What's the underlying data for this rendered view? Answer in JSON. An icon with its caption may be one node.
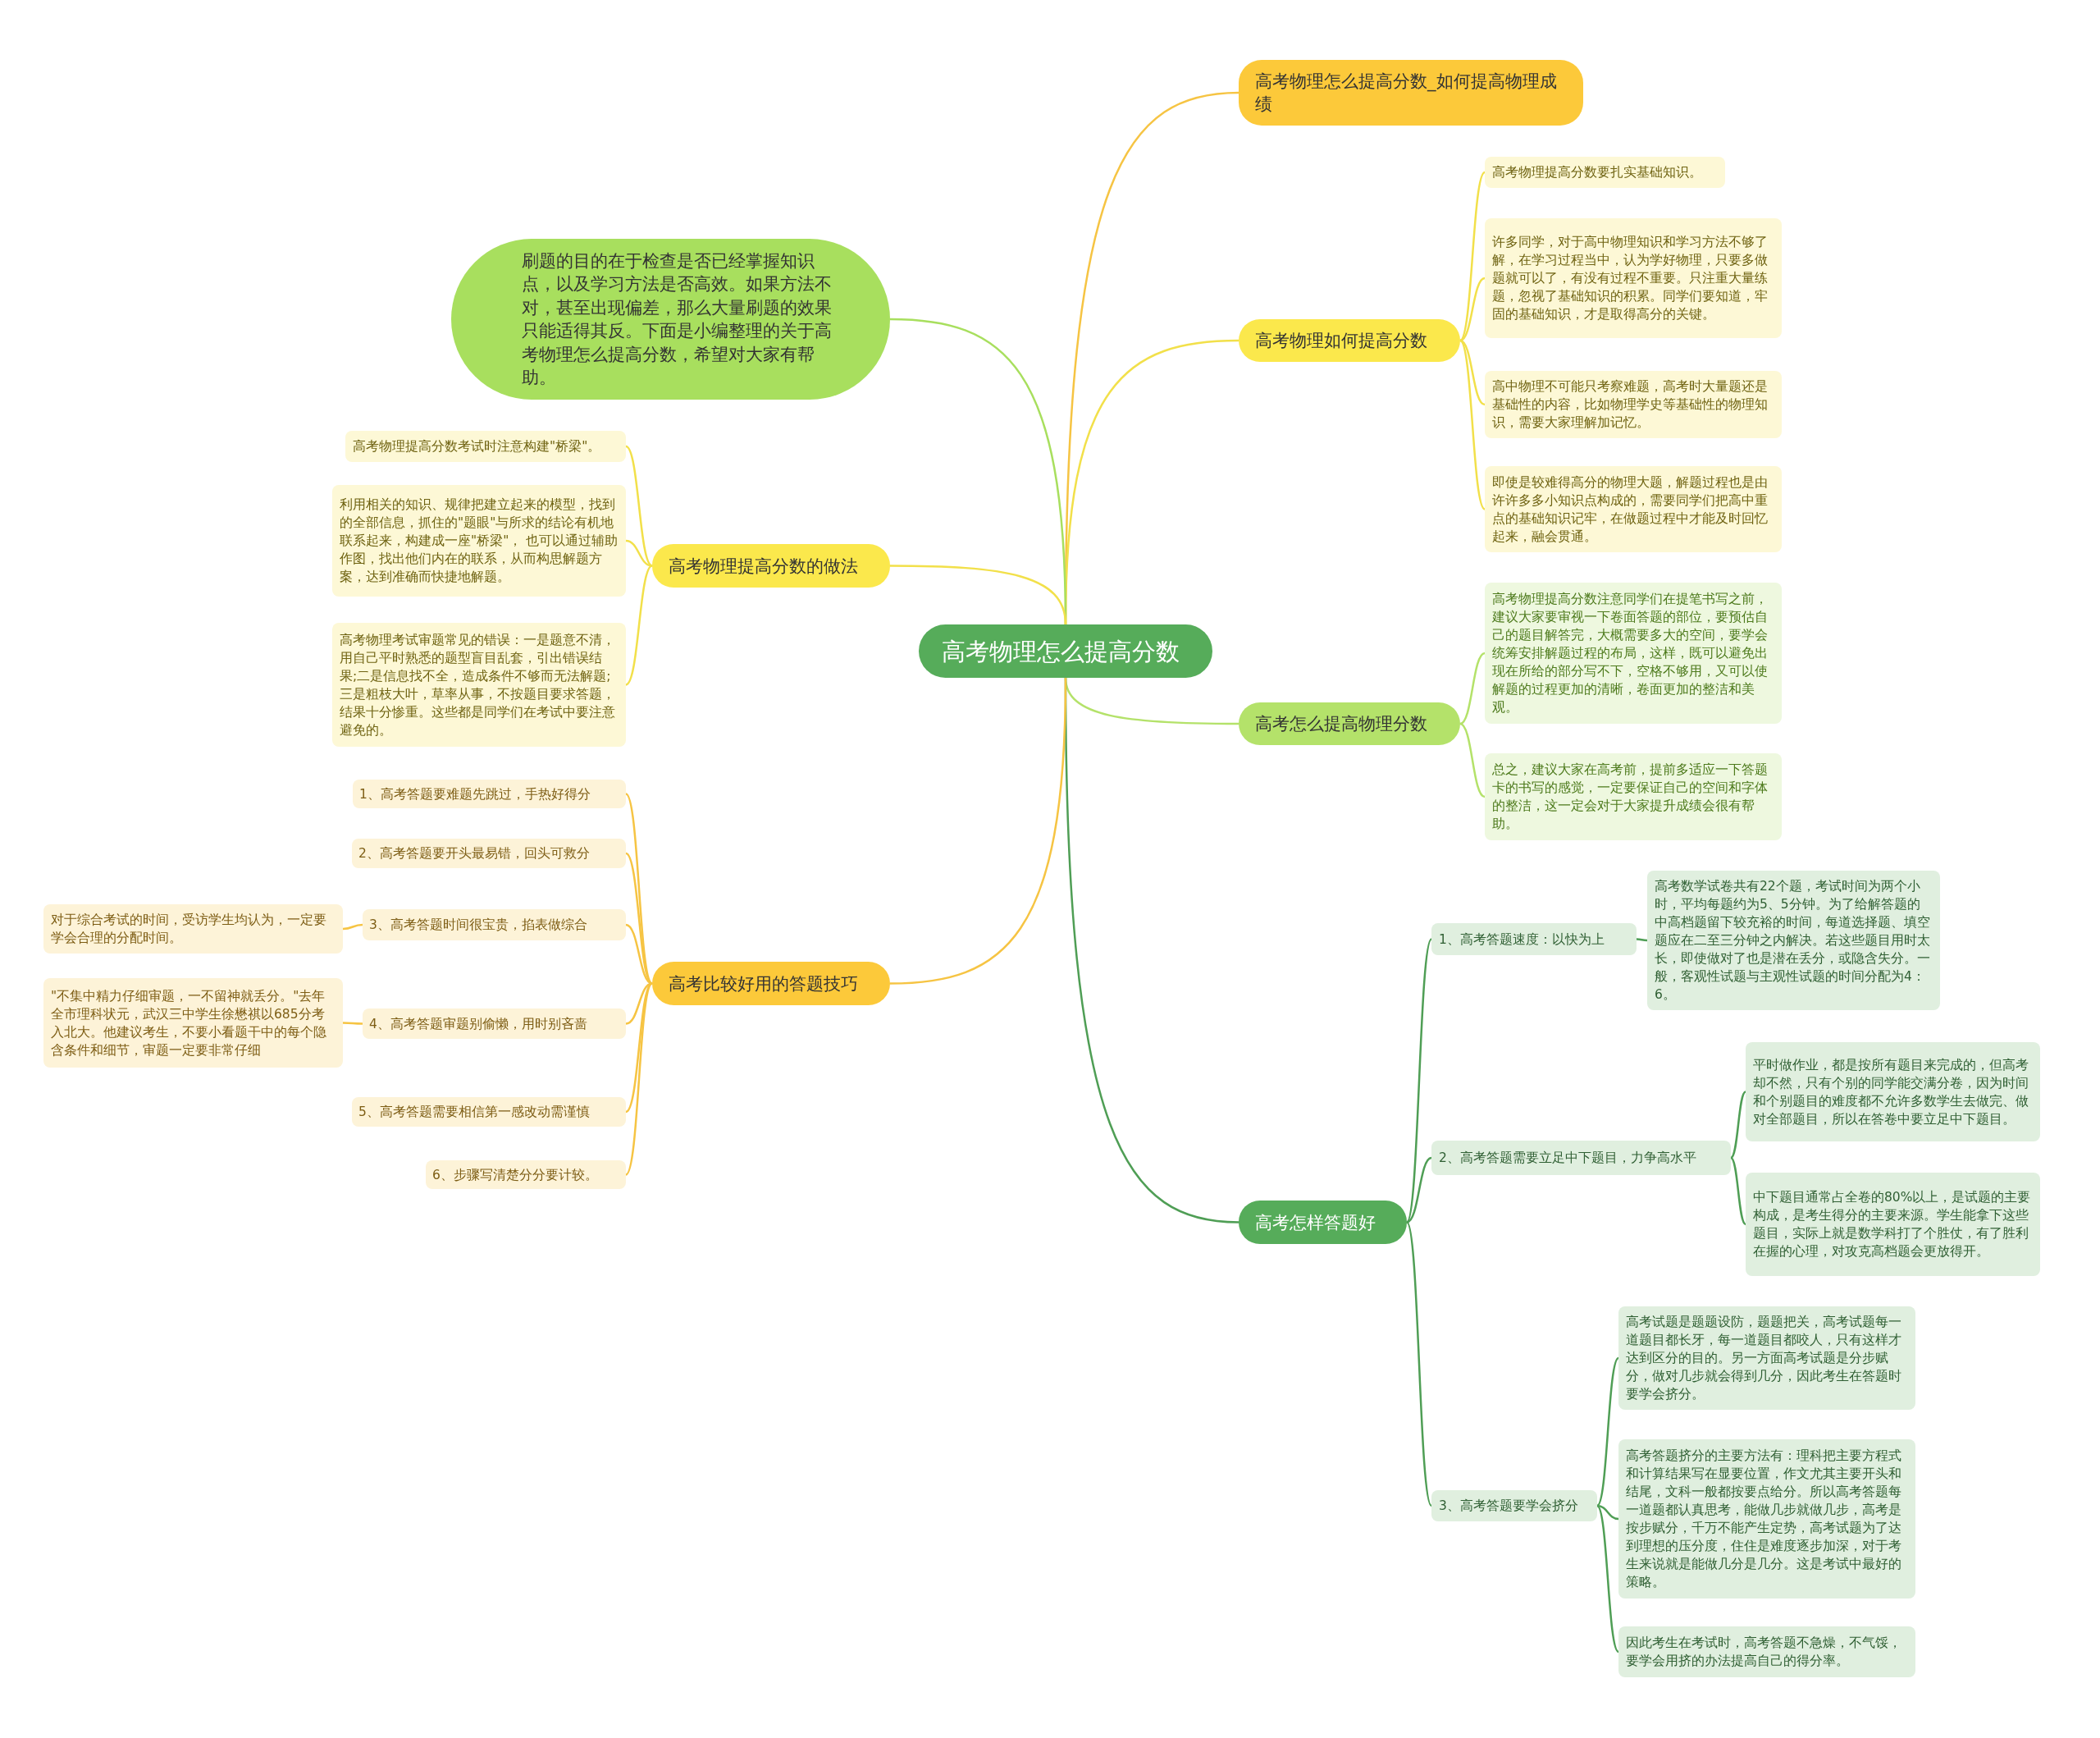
{
  "diagram": {
    "nodes": [
      {
        "text": [
          "高考物理怎么提高分数"
        ]
      },
      {
        "text": [
          "高考物理怎么提高分数_如何提高物理成绩"
        ]
      },
      {
        "text": [
          "高考物理如何提高分数"
        ]
      },
      {
        "text": [
          "高考物理提高分数要扎实基础知识。"
        ]
      },
      {
        "text": [
          "许多同学，对于高中物理知识和学习方法不够了解，在学习过程当中，认为学好物理，只要多做题就可以了，有没有过程不重要。只注重大量练题，忽视了基础知识的积累。同学们要知道，牢固的基础知识，才是取得高分的关键。"
        ]
      },
      {
        "text": [
          "高中物理不可能只考察难题，高考时大量题还是基础性的内容，比如物理学史等基础性的物理知识，需要大家理解加记忆。"
        ]
      },
      {
        "text": [
          "即使是较难得高分的物理大题，解题过程也是由许许多多小知识点构成的，需要同学们把高中重点的基础知识记牢，在做题过程中才能及时回忆起来，融会贯通。"
        ]
      },
      {
        "text": [
          "高考怎么提高物理分数"
        ]
      },
      {
        "text": [
          "高考物理提高分数注意同学们在提笔书写之前，建议大家要审视一下卷面答题的部位，要预估自己的题目解答完，大概需要多大的空间，要学会统筹安排解题过程的布局，这样，既可以避免出现在所给的部分写不下，空格不够用，又可以使解题的过程更加的清晰，卷面更加的整洁和美观。"
        ]
      },
      {
        "text": [
          "总之，建议大家在高考前，提前多适应一下答题卡的书写的感觉，一定要保证自己的空间和字体的整洁，这一定会对于大家提升成绩会很有帮助。"
        ]
      },
      {
        "text": [
          "高考怎样答题好"
        ]
      },
      {
        "text": [
          "1、高考答题速度：以快为上"
        ]
      },
      {
        "text": [
          "高考数学试卷共有22个题，考试时间为两个小时，平均每题约为5、5分钟。为了给解答题的中高档题留下较充裕的时间，每道选择题、填空题应在二至三分钟之内解决。若这些题目用时太长，即使做对了也是潜在丢分，或隐含失分。一般，客观性试题与主观性试题的时间分配为4：6。"
        ]
      },
      {
        "text": [
          "2、高考答题需要立足中下题目，力争高水平"
        ]
      },
      {
        "text": [
          "平时做作业，都是按所有题目来完成的，但高考却不然，只有个别的同学能交满分卷，因为时间和个别题目的难度都不允许多数学生去做完、做对全部题目，所以在答卷中要立足中下题目。"
        ]
      },
      {
        "text": [
          "中下题目通常占全卷的80%以上，是试题的主要构成，是考生得分的主要来源。学生能拿下这些题目，实际上就是数学科打了个胜仗，有了胜利在握的心理，对攻克高档题会更放得开。"
        ]
      },
      {
        "text": [
          "3、高考答题要学会挤分"
        ]
      },
      {
        "text": [
          "高考试题是题题设防，题题把关，高考试题每一道题目都长牙，每一道题目都咬人，只有这样才达到区分的目的。另一方面高考试题是分步赋分，做对几步就会得到几分，因此考生在答题时要学会挤分。"
        ]
      },
      {
        "text": [
          "高考答题挤分的主要方法有：理科把主要方程式和计算结果写在显要位置，作文尤其主要开头和结尾，文科一般都按要点给分。所以高考答题每一道题都认真思考，能做几步就做几步，高考是按步赋分，千万不能产生定势，高考试题为了达到理想的压分度，住住是难度逐步加深，对于考生来说就是能做几分是几分。这是考试中最好的策略。"
        ]
      },
      {
        "text": [
          "因此考生在考试时，高考答题不急燥，不气馁，要学会用挤的办法提高自己的得分率。"
        ]
      },
      {
        "text": [
          "刷题的目的在于检查是否已经掌握知识点，以及学习方法是否高效。如果方法不对，甚至出现偏差，那么大量刷题的效果只能适得其反。下面是小编整理的关于高考物理怎么提高分数，希望对大家有帮助。"
        ]
      },
      {
        "text": [
          "高考物理提高分数的做法"
        ]
      },
      {
        "text": [
          "高考物理提高分数考试时注意构建\"桥梁\"。"
        ]
      },
      {
        "text": [
          "利用相关的知识、规律把建立起来的模型，找到的全部信息，抓住的\"题眼\"与所求的结论有机地联系起来，构建成一座\"桥梁\"， 也可以通过辅助作图，找出他们内在的联系，从而构思解题方案，达到准确而快捷地解题。"
        ]
      },
      {
        "text": [
          "高考物理考试审题常见的错误：一是题意不清，用自己平时熟悉的题型盲目乱套，引出错误结果;二是信息找不全，造成条件不够而无法解题;三是粗枝大叶，草率从事，不按题目要求答题，结果十分惨重。这些都是同学们在考试中要注意避免的。"
        ]
      },
      {
        "text": [
          "高考比较好用的答题技巧"
        ]
      },
      {
        "text": [
          "1、高考答题要难题先跳过，手热好得分"
        ]
      },
      {
        "text": [
          "2、高考答题要开头最易错，回头可救分"
        ]
      },
      {
        "text": [
          "3、高考答题时间很宝贵，掐表做综合"
        ]
      },
      {
        "text": [
          "对于综合考试的时间，受访学生均认为，一定要学会合理的分配时间。"
        ]
      },
      {
        "text": [
          "4、高考答题审题别偷懒，用时别吝啬"
        ]
      },
      {
        "text": [
          "\"不集中精力仔细审题，一不留神就丢分。\"去年全市理科状元，武汉三中学生徐懋祺以685分考入北大。他建议考生，不要小看题干中的每个隐含条件和细节，审题一定要非常仔细"
        ]
      },
      {
        "text": [
          "5、高考答题需要相信第一感改动需谨慎"
        ]
      },
      {
        "text": [
          "6、步骤写清楚分分要计较。"
        ]
      }
    ],
    "edges": [
      {
        "from": 0,
        "to": 1,
        "arrow": "none",
        "color": "#f6c443"
      },
      {
        "from": 0,
        "to": 2,
        "arrow": "none",
        "color": "#f2e04a"
      },
      {
        "from": 2,
        "to": 3,
        "arrow": "none",
        "color": "#f2e04a"
      },
      {
        "from": 2,
        "to": 4,
        "arrow": "none",
        "color": "#f2e04a"
      },
      {
        "from": 2,
        "to": 5,
        "arrow": "none",
        "color": "#f2e04a"
      },
      {
        "from": 2,
        "to": 6,
        "arrow": "none",
        "color": "#f2e04a"
      },
      {
        "from": 0,
        "to": 7,
        "arrow": "none",
        "color": "#b4e26a"
      },
      {
        "from": 7,
        "to": 8,
        "arrow": "none",
        "color": "#b4e26a"
      },
      {
        "from": 7,
        "to": 9,
        "arrow": "none",
        "color": "#b4e26a"
      },
      {
        "from": 0,
        "to": 10,
        "arrow": "none",
        "color": "#4f9e55"
      },
      {
        "from": 10,
        "to": 11,
        "arrow": "none",
        "color": "#4f9e55"
      },
      {
        "from": 11,
        "to": 12,
        "arrow": "none",
        "color": "#4f9e55"
      },
      {
        "from": 10,
        "to": 13,
        "arrow": "none",
        "color": "#4f9e55"
      },
      {
        "from": 13,
        "to": 14,
        "arrow": "none",
        "color": "#4f9e55"
      },
      {
        "from": 13,
        "to": 15,
        "arrow": "none",
        "color": "#4f9e55"
      },
      {
        "from": 10,
        "to": 16,
        "arrow": "none",
        "color": "#4f9e55"
      },
      {
        "from": 16,
        "to": 17,
        "arrow": "none",
        "color": "#4f9e55"
      },
      {
        "from": 16,
        "to": 18,
        "arrow": "none",
        "color": "#4f9e55"
      },
      {
        "from": 16,
        "to": 19,
        "arrow": "none",
        "color": "#4f9e55"
      },
      {
        "from": 0,
        "to": 20,
        "arrow": "none",
        "color": "#a8df5e"
      },
      {
        "from": 0,
        "to": 21,
        "arrow": "none",
        "color": "#f2e04a"
      },
      {
        "from": 21,
        "to": 22,
        "arrow": "none",
        "color": "#f2e04a"
      },
      {
        "from": 21,
        "to": 23,
        "arrow": "none",
        "color": "#f2e04a"
      },
      {
        "from": 21,
        "to": 24,
        "arrow": "none",
        "color": "#f2e04a"
      },
      {
        "from": 0,
        "to": 25,
        "arrow": "none",
        "color": "#f6c443"
      },
      {
        "from": 25,
        "to": 26,
        "arrow": "none",
        "color": "#f6c443"
      },
      {
        "from": 25,
        "to": 27,
        "arrow": "none",
        "color": "#f6c443"
      },
      {
        "from": 25,
        "to": 28,
        "arrow": "none",
        "color": "#f6c443"
      },
      {
        "from": 28,
        "to": 29,
        "arrow": "none",
        "color": "#f6c443"
      },
      {
        "from": 25,
        "to": 30,
        "arrow": "none",
        "color": "#f6c443"
      },
      {
        "from": 30,
        "to": 31,
        "arrow": "none",
        "color": "#f6c443"
      },
      {
        "from": 25,
        "to": 32,
        "arrow": "none",
        "color": "#f6c443"
      },
      {
        "from": 25,
        "to": 33,
        "arrow": "none",
        "color": "#f6c443"
      }
    ]
  }
}
